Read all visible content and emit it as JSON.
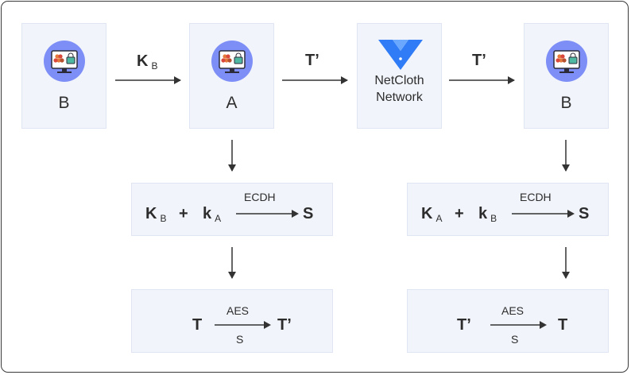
{
  "nodes": {
    "b_left": "B",
    "a": "A",
    "network_line1": "NetCloth",
    "network_line2": "Network",
    "b_right": "B"
  },
  "arrows": {
    "kb": {
      "main": "K",
      "sub": "B"
    },
    "t_prime_1": "T’",
    "t_prime_2": "T’"
  },
  "left_ecdh": {
    "k1": "K",
    "k1_sub": "B",
    "plus": "+",
    "k2": "k",
    "k2_sub": "A",
    "op": "ECDH",
    "result": "S"
  },
  "right_ecdh": {
    "k1": "K",
    "k1_sub": "A",
    "plus": "+",
    "k2": "k",
    "k2_sub": "B",
    "op": "ECDH",
    "result": "S"
  },
  "left_aes": {
    "input": "T",
    "op": "AES",
    "key": "S",
    "output": "T’"
  },
  "right_aes": {
    "input": "T’",
    "op": "AES",
    "key": "S",
    "output": "T"
  },
  "colors": {
    "node_fill": "#f1f4fb",
    "icon_circle": "#7d8ff7",
    "netcloth_blue": "#2f7cf6",
    "text": "#2c2c2c"
  }
}
